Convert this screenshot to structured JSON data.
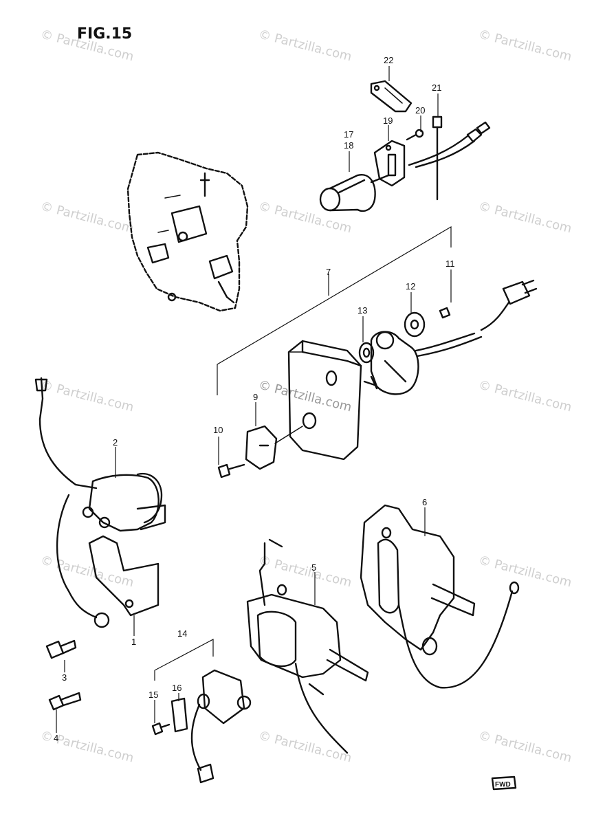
{
  "figure": {
    "title": "FIG.15"
  },
  "watermark": {
    "text": "© Partzilla.com"
  },
  "callouts": [
    "22",
    "21",
    "20",
    "19",
    "17",
    "18",
    "11",
    "7",
    "12",
    "13",
    "9",
    "10",
    "2",
    "6",
    "5",
    "1",
    "3",
    "14",
    "16",
    "15",
    "4"
  ],
  "orientation_tag": {
    "text": "FWD"
  },
  "colors": {
    "line": "#111111",
    "watermark": "#cfcfcf",
    "background": "#ffffff"
  }
}
